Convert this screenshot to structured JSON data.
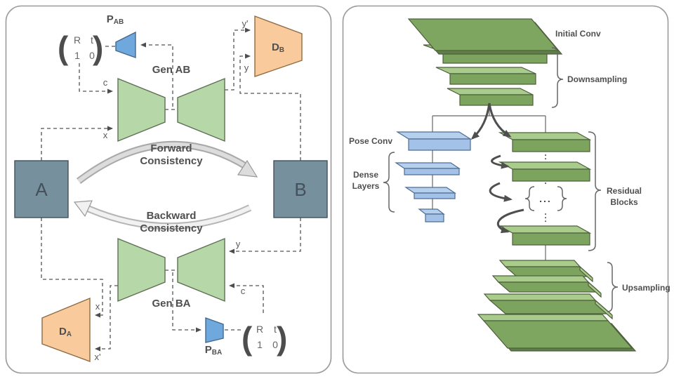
{
  "left": {
    "gen_ab": "Gen AB",
    "gen_ba": "Gen BA",
    "node_a": "A",
    "node_b": "B",
    "forward": {
      "line1": "Forward",
      "line2": "Consistency"
    },
    "backward": {
      "line1": "Backward",
      "line2": "Consistency"
    },
    "p_ab": {
      "main": "P",
      "sub": "AB"
    },
    "p_ba": {
      "main": "P",
      "sub": "BA"
    },
    "d_b": {
      "main": "D",
      "sub": "B"
    },
    "d_a": {
      "main": "D",
      "sub": "A"
    },
    "matrix": {
      "open": "(",
      "close": ")",
      "r": "R",
      "t": "t",
      "one": "1",
      "zero": "0"
    },
    "sig": {
      "c_top": "c",
      "x_top": "x",
      "y_prime": "y'",
      "y_top": "y",
      "y_bot": "y",
      "c_bot": "c",
      "x_real": "x",
      "x_fake": "x'"
    }
  },
  "right": {
    "initial_conv": "Initial Conv",
    "downsampling": "Downsampling",
    "pose_conv": "Pose Conv",
    "dense_line1": "Dense",
    "dense_line2": "Layers",
    "residual_line1": "Residual",
    "residual_line2": "Blocks",
    "upsampling": "Upsampling",
    "ellipsis": "..."
  },
  "colors": {
    "panel_border": "#9b9b9b",
    "label": "#4f4f4f",
    "dash": "#555555",
    "arrow_dark": "#4f4f4f",
    "green_fill": "#b6d7a8",
    "green_stroke": "#5f6e54",
    "blue_fill": "#6fa8dc",
    "blue_stroke": "#45678c",
    "orange_fill": "#f9cb9c",
    "orange_stroke": "#8f6b43",
    "node_fill": "#76909d",
    "node_stroke": "#44505a",
    "r_green_top": "#a9cc8c",
    "r_green_front": "#7da45f",
    "r_green_sheet": "#7ea660",
    "r_green_shadow": "#5f7f49",
    "r_green_stroke": "#4e5f3d",
    "r_blue_top": "#b6cfec",
    "r_blue_front": "#a4c2e8",
    "r_blue_stroke": "#4e6d94",
    "band_fwd_outer": "#a9a9a9",
    "band_fwd_inner": "#dcdcdc",
    "band_bwd_outer": "#b5b5b5",
    "band_bwd_inner": "#f1f1f1"
  }
}
